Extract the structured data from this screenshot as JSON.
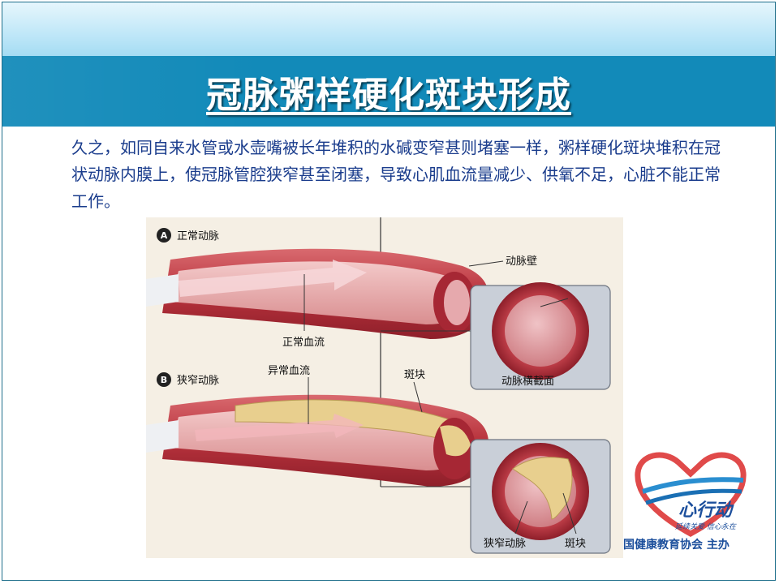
{
  "slide": {
    "title": "冠脉粥样硬化斑块形成",
    "paragraph": "久之，如同自来水管或水壶嘴被长年堆积的水碱变窄甚则堵塞一样，粥样硬化斑块堆积在冠状动脉内膜上，使冠脉管腔狭窄甚至闭塞，导致心肌血流量减少、供氧不足，心脏不能正常工作。"
  },
  "illustration": {
    "panel_a": {
      "badge": "A",
      "title": "正常动脉",
      "label_wall": "动脉壁",
      "label_flow": "正常血流",
      "label_cross": "动脉横截面"
    },
    "panel_b": {
      "badge": "B",
      "title": "狭窄动脉",
      "label_abnormal_flow": "异常血流",
      "label_plaque": "斑块",
      "label_narrow": "狭窄动脉",
      "label_plaque2": "斑块"
    }
  },
  "logo": {
    "brand": "心行动",
    "slogan": "延续关爱  信心永在",
    "organizer": "国健康教育协会  主办"
  },
  "colors": {
    "title_bar": "#128ab9",
    "body_text": "#1a3c8c",
    "artery_red": "#b8323c",
    "plaque": "#e8cf8e"
  }
}
